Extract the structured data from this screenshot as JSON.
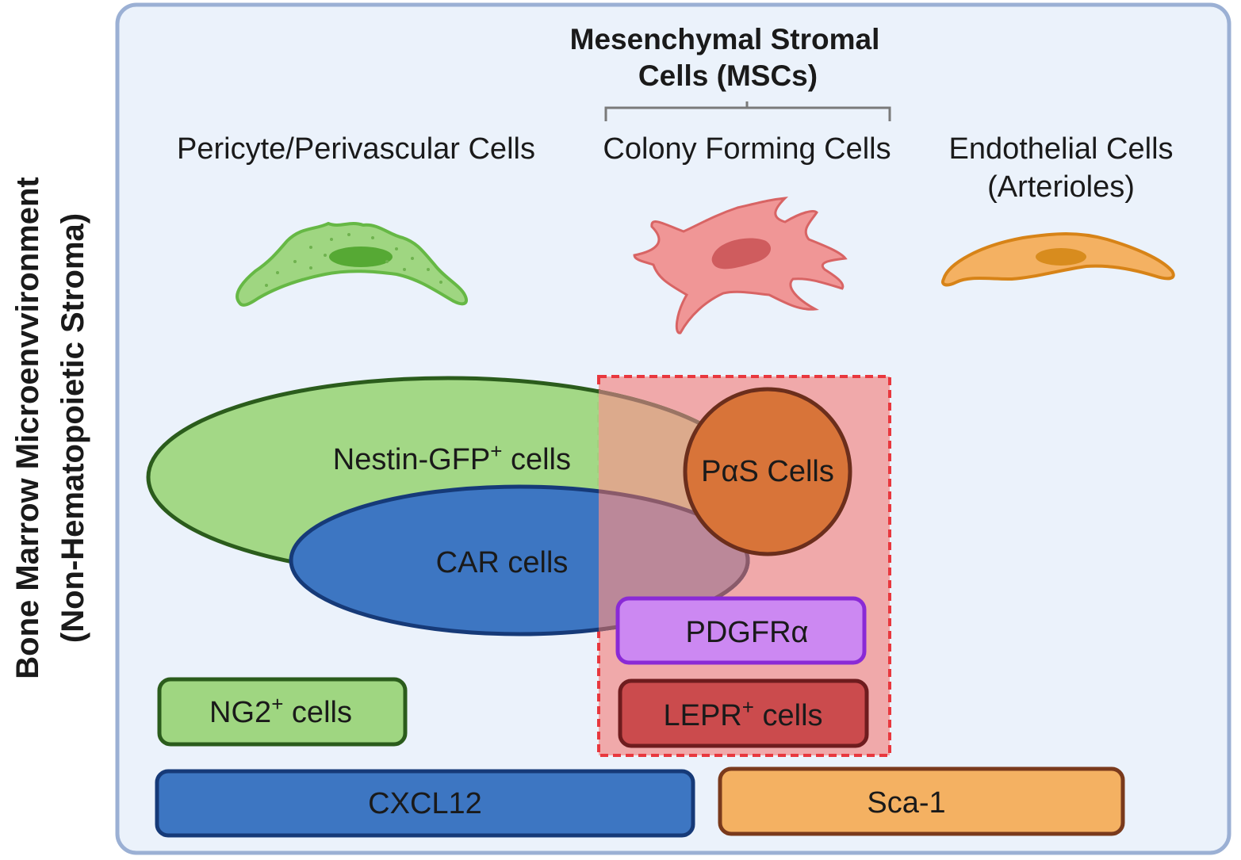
{
  "side_title": {
    "line1": "Bone Marrow Microenvvironment",
    "line2": "(Non-Hematopoietic Stroma)"
  },
  "msc_header": {
    "line1": "Mesenchymal Stromal",
    "line2": "Cells (MSCs)"
  },
  "cell_types": {
    "pericyte": "Pericyte/Perivascular Cells",
    "colony": "Colony Forming Cells",
    "endothelial_line1": "Endothelial Cells",
    "endothelial_line2": "(Arterioles)"
  },
  "populations": {
    "nestin_base": "Nestin-GFP",
    "nestin_sup": "+",
    "nestin_tail": " cells",
    "car": "CAR cells",
    "pas": "PαS Cells",
    "pdgfra": "PDGFRα",
    "lepr_base": "LEPR",
    "lepr_sup": "+",
    "lepr_tail": " cells",
    "ng2_base": "NG2",
    "ng2_sup": "+",
    "ng2_tail": " cells",
    "cxcl12": "CXCL12",
    "sca1": "Sca-1"
  },
  "colors": {
    "panel_bg": "#ebf2fb",
    "panel_border": "#9bb0d4",
    "green_fill": "#9fd681",
    "green_border": "#2b5c1c",
    "blue_fill": "#3d76c2",
    "blue_border": "#163a78",
    "msc_region": "#f0a9aa",
    "msc_dash": "#e8383e",
    "pas_fill": "#d87439",
    "pas_border": "#6b2e1c",
    "pdgfra_fill": "#cc88f2",
    "pdgfra_border": "#8a2ad6",
    "lepr_fill": "#cb4b4d",
    "lepr_border": "#6e1c1e",
    "sca1_fill": "#f4b162",
    "sca1_border": "#7a3a1c"
  },
  "icons": {
    "pericyte": "pericyte-cell-icon",
    "colony": "colony-forming-cell-icon",
    "endothelial": "endothelial-cell-icon"
  }
}
